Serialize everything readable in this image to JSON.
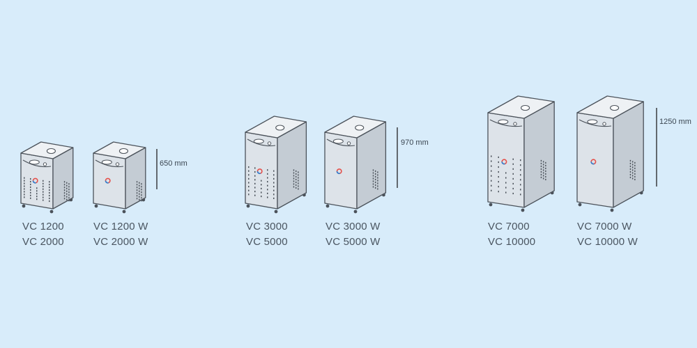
{
  "colors": {
    "background": "#d8ecfa",
    "outline": "#4b525a",
    "panel_front": "#dde3e9",
    "panel_side": "#c4ccd4",
    "panel_top": "#eef1f4",
    "accent_red": "#e5504a",
    "accent_blue": "#2f7fd0"
  },
  "groups": [
    {
      "models": [
        {
          "line1": "VC 1200",
          "line2": "VC 2000",
          "variant": "vented"
        },
        {
          "line1": "VC 1200 W",
          "line2": "VC 2000 W",
          "variant": "water"
        }
      ],
      "height_label": "650 mm"
    },
    {
      "models": [
        {
          "line1": "VC 3000",
          "line2": "VC 5000",
          "variant": "vented"
        },
        {
          "line1": "VC 3000 W",
          "line2": "VC 5000 W",
          "variant": "water"
        }
      ],
      "height_label": "970 mm"
    },
    {
      "models": [
        {
          "line1": "VC 7000",
          "line2": "VC 10000",
          "variant": "vented"
        },
        {
          "line1": "VC 7000 W",
          "line2": "VC 10000 W",
          "variant": "water"
        }
      ],
      "height_label": "1250 mm"
    }
  ]
}
